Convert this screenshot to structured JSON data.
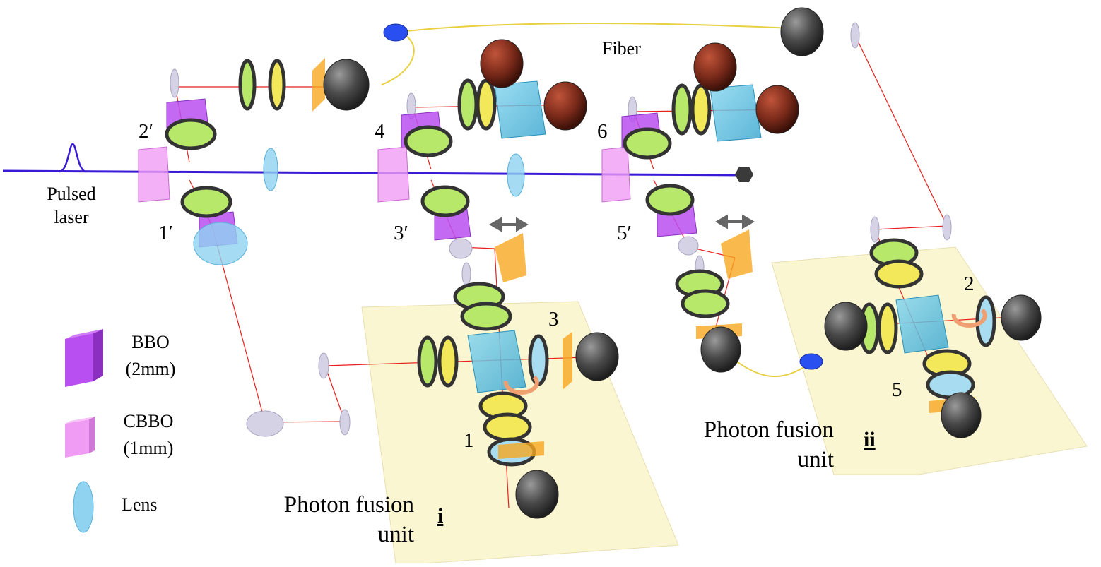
{
  "labels": {
    "pulsed_laser_line1": "Pulsed",
    "pulsed_laser_line2": "laser",
    "fiber": "Fiber",
    "n2p": "2′",
    "n1p": "1′",
    "n4": "4",
    "n3p": "3′",
    "n6": "6",
    "n5p": "5′",
    "n3": "3",
    "n1": "1",
    "n2": "2",
    "n5": "5",
    "unit_i_line1": "Photon fusion",
    "unit_i_line2": "unit",
    "unit_i_tag": "i",
    "unit_ii_line1": "Photon fusion",
    "unit_ii_line2": "unit",
    "unit_ii_tag": "ii"
  },
  "legend": [
    {
      "name": "BBO",
      "detail": "(2mm)",
      "icon": "bbo-crystal-icon",
      "color": "#b84ff0"
    },
    {
      "name": "CBBO",
      "detail": "(1mm)",
      "icon": "cbbo-crystal-icon",
      "color": "#f09cf5"
    },
    {
      "name": "Lens",
      "detail": "",
      "icon": "lens-icon",
      "color": "#8fd3f0"
    }
  ],
  "colors": {
    "pump": "#3a1ad6",
    "beam": "#e8201c",
    "fiber": "#e8d040",
    "plate": "#fbf6d2",
    "bbo": "#b84ff0",
    "cbbo": "#f09cf5",
    "lens": "#8fd3f0",
    "filter_green": "#b8e86a",
    "filter_yellow": "#f2e85a",
    "pbs": "#5cc8e6",
    "detector": "#4a4a4a",
    "coupler": "#2a4ff0"
  }
}
